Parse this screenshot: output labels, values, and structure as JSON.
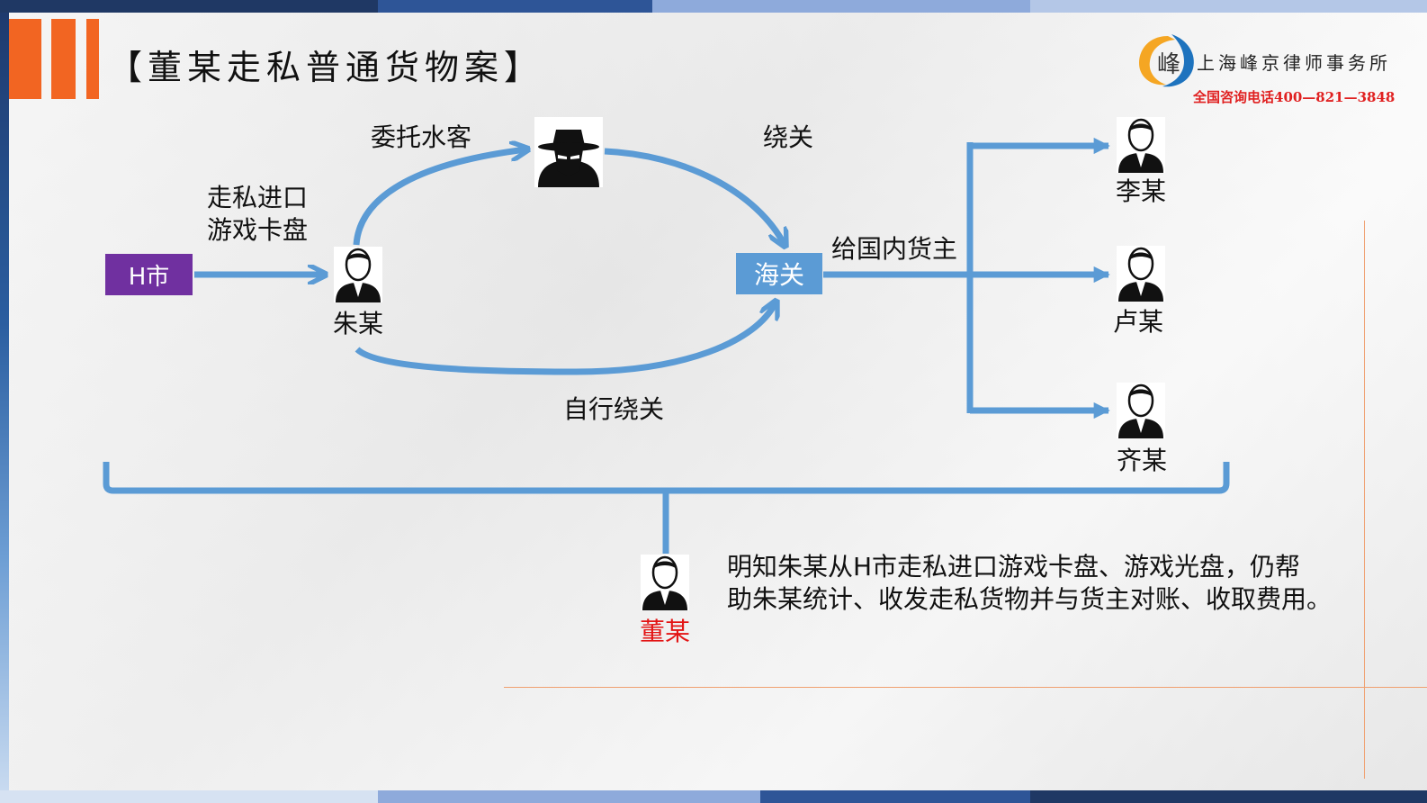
{
  "title": "【董某走私普通货物案】",
  "firm": {
    "logo_char": "峰",
    "name": "上海峰京律师事务所",
    "phone": "全国咨询电话400—821—3848"
  },
  "nodes": {
    "h_city": "H市",
    "customs": "海关",
    "zhu": "朱某",
    "li": "李某",
    "lu": "卢某",
    "qi": "齐某",
    "dong": "董某"
  },
  "edges": {
    "smuggle_line1": "走私进口",
    "smuggle_line2": "游戏卡盘",
    "entrust": "委托水客",
    "bypass": "绕关",
    "self_bypass": "自行绕关",
    "to_owners": "给国内货主"
  },
  "description_line1": "明知朱某从H市走私进口游戏卡盘、游戏光盘，仍帮",
  "description_line2": "助朱某统计、收发走私货物并与货主对账、收取费用。",
  "colors": {
    "accent_orange": "#f26522",
    "arrow_blue": "#5b9bd5",
    "purple": "#7030a0",
    "highlight_red": "#e31414"
  }
}
